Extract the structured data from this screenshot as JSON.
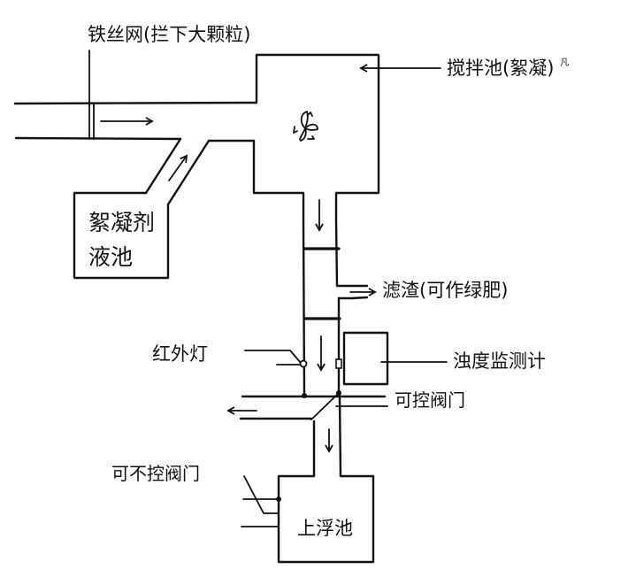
{
  "diagram": {
    "title": "",
    "stroke_color": "#111111",
    "background_color": "#ffffff",
    "components": {
      "wire_mesh": {
        "label": "铁丝网(拦下大颗粒)"
      },
      "mixing_tank": {
        "label": "搅拌池(絮凝)",
        "label_note_small": "凡",
        "icon": "fan-icon"
      },
      "flocculant_tank": {
        "line1": "絮凝剂",
        "line2": "液池"
      },
      "filter_residue": {
        "label": "滤渣(可作绿肥)"
      },
      "infrared_lamp": {
        "label": "红外灯"
      },
      "turbidity_meter": {
        "label": "浊度监测计"
      },
      "controllable_valve": {
        "label": "可控阀门"
      },
      "uncontrollable_valve": {
        "label": "可不控阀门"
      },
      "flotation_tank": {
        "label": "上浮池"
      }
    },
    "flow_arrows": [
      {
        "id": "inlet-flow",
        "direction": "right"
      },
      {
        "id": "flocculant-flow",
        "direction": "up-right"
      },
      {
        "id": "mixing-outflow",
        "direction": "down"
      },
      {
        "id": "residue-outflow",
        "direction": "right"
      },
      {
        "id": "monitor-flow",
        "direction": "down"
      },
      {
        "id": "bypass-outflow",
        "direction": "left"
      },
      {
        "id": "flotation-inflow",
        "direction": "down"
      }
    ]
  }
}
